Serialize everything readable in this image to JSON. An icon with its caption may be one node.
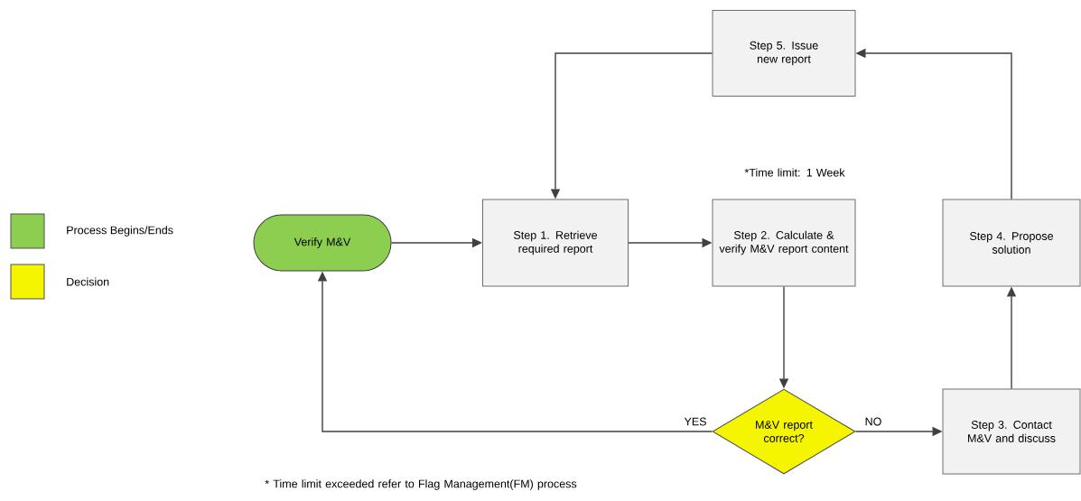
{
  "diagram": {
    "nodes": [
      {
        "text": [
          "Verify M&V"
        ]
      },
      {
        "text": [
          "Step 1. Retrieve required report"
        ]
      },
      {
        "text": [
          "Step 2. Calculate & verify M&V report content"
        ]
      },
      {
        "text": [
          "M&V report correct?"
        ]
      },
      {
        "text": [
          "Step 3. Contact M&V and discuss"
        ]
      },
      {
        "text": [
          "Step 4. Propose solution"
        ]
      },
      {
        "text": [
          "Step 5. Issue new report"
        ]
      }
    ],
    "edges": [
      {
        "from": 0,
        "to": 1,
        "arrow": "to"
      },
      {
        "from": 1,
        "to": 2,
        "arrow": "to"
      },
      {
        "from": 2,
        "to": 3,
        "arrow": "to"
      },
      {
        "from": 3,
        "to": 4,
        "arrow": "to",
        "label": "NO"
      },
      {
        "from": 4,
        "to": 5,
        "arrow": "to"
      },
      {
        "from": 5,
        "to": 6,
        "arrow": "to"
      },
      {
        "from": 6,
        "to": 1,
        "arrow": "to"
      },
      {
        "from": 3,
        "to": 0,
        "arrow": "to",
        "label": "YES"
      }
    ],
    "labels": [
      "*Time limit: 1 Week",
      "* Time limit exceeded refer to Flag Management(FM) process"
    ],
    "legend": [
      {
        "text": "Process Begins/Ends",
        "color": "#8ccf50"
      },
      {
        "text": "Decision",
        "color": "#f5f500"
      }
    ]
  }
}
